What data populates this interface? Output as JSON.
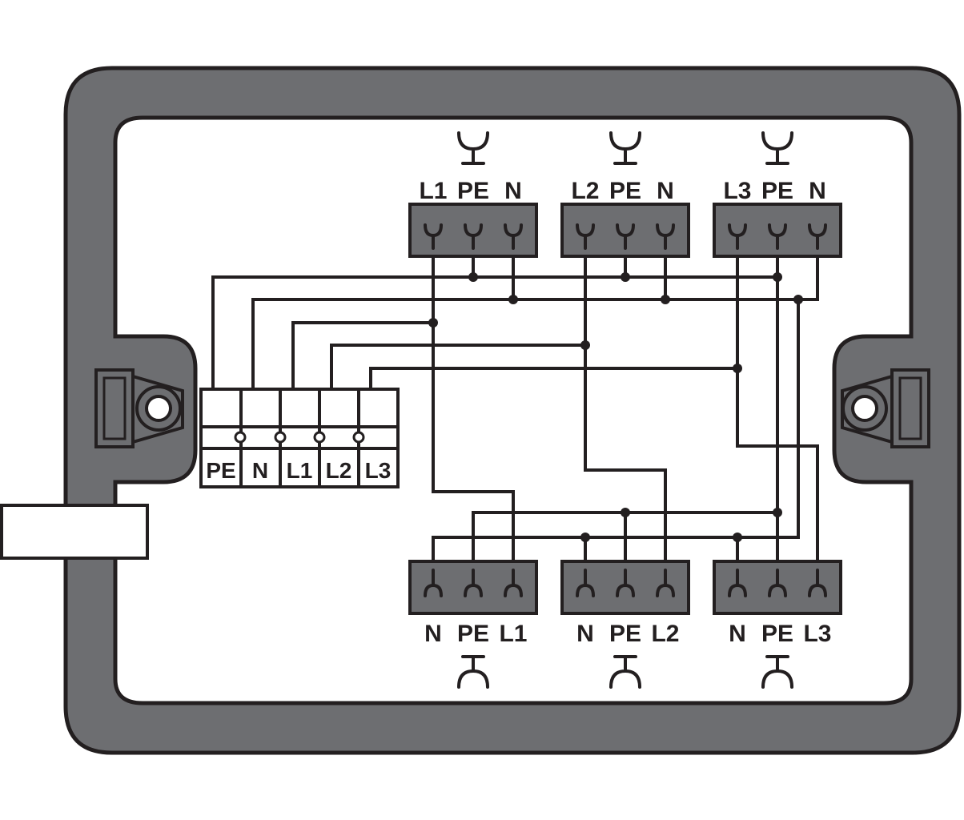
{
  "top_connectors": [
    {
      "name": "top-connector-1",
      "labels": [
        "L1",
        "PE",
        "N"
      ]
    },
    {
      "name": "top-connector-2",
      "labels": [
        "L2",
        "PE",
        "N"
      ]
    },
    {
      "name": "top-connector-3",
      "labels": [
        "L3",
        "PE",
        "N"
      ]
    }
  ],
  "bottom_connectors": [
    {
      "name": "bottom-connector-1",
      "labels": [
        "N",
        "PE",
        "L1"
      ]
    },
    {
      "name": "bottom-connector-2",
      "labels": [
        "N",
        "PE",
        "L2"
      ]
    },
    {
      "name": "bottom-connector-3",
      "labels": [
        "N",
        "PE",
        "L3"
      ]
    }
  ],
  "terminal_block": {
    "labels": [
      "PE",
      "N",
      "L1",
      "L2",
      "L3"
    ]
  },
  "colors": {
    "housing": "#6d6e71",
    "line": "#231f20",
    "background": "#ffffff"
  }
}
